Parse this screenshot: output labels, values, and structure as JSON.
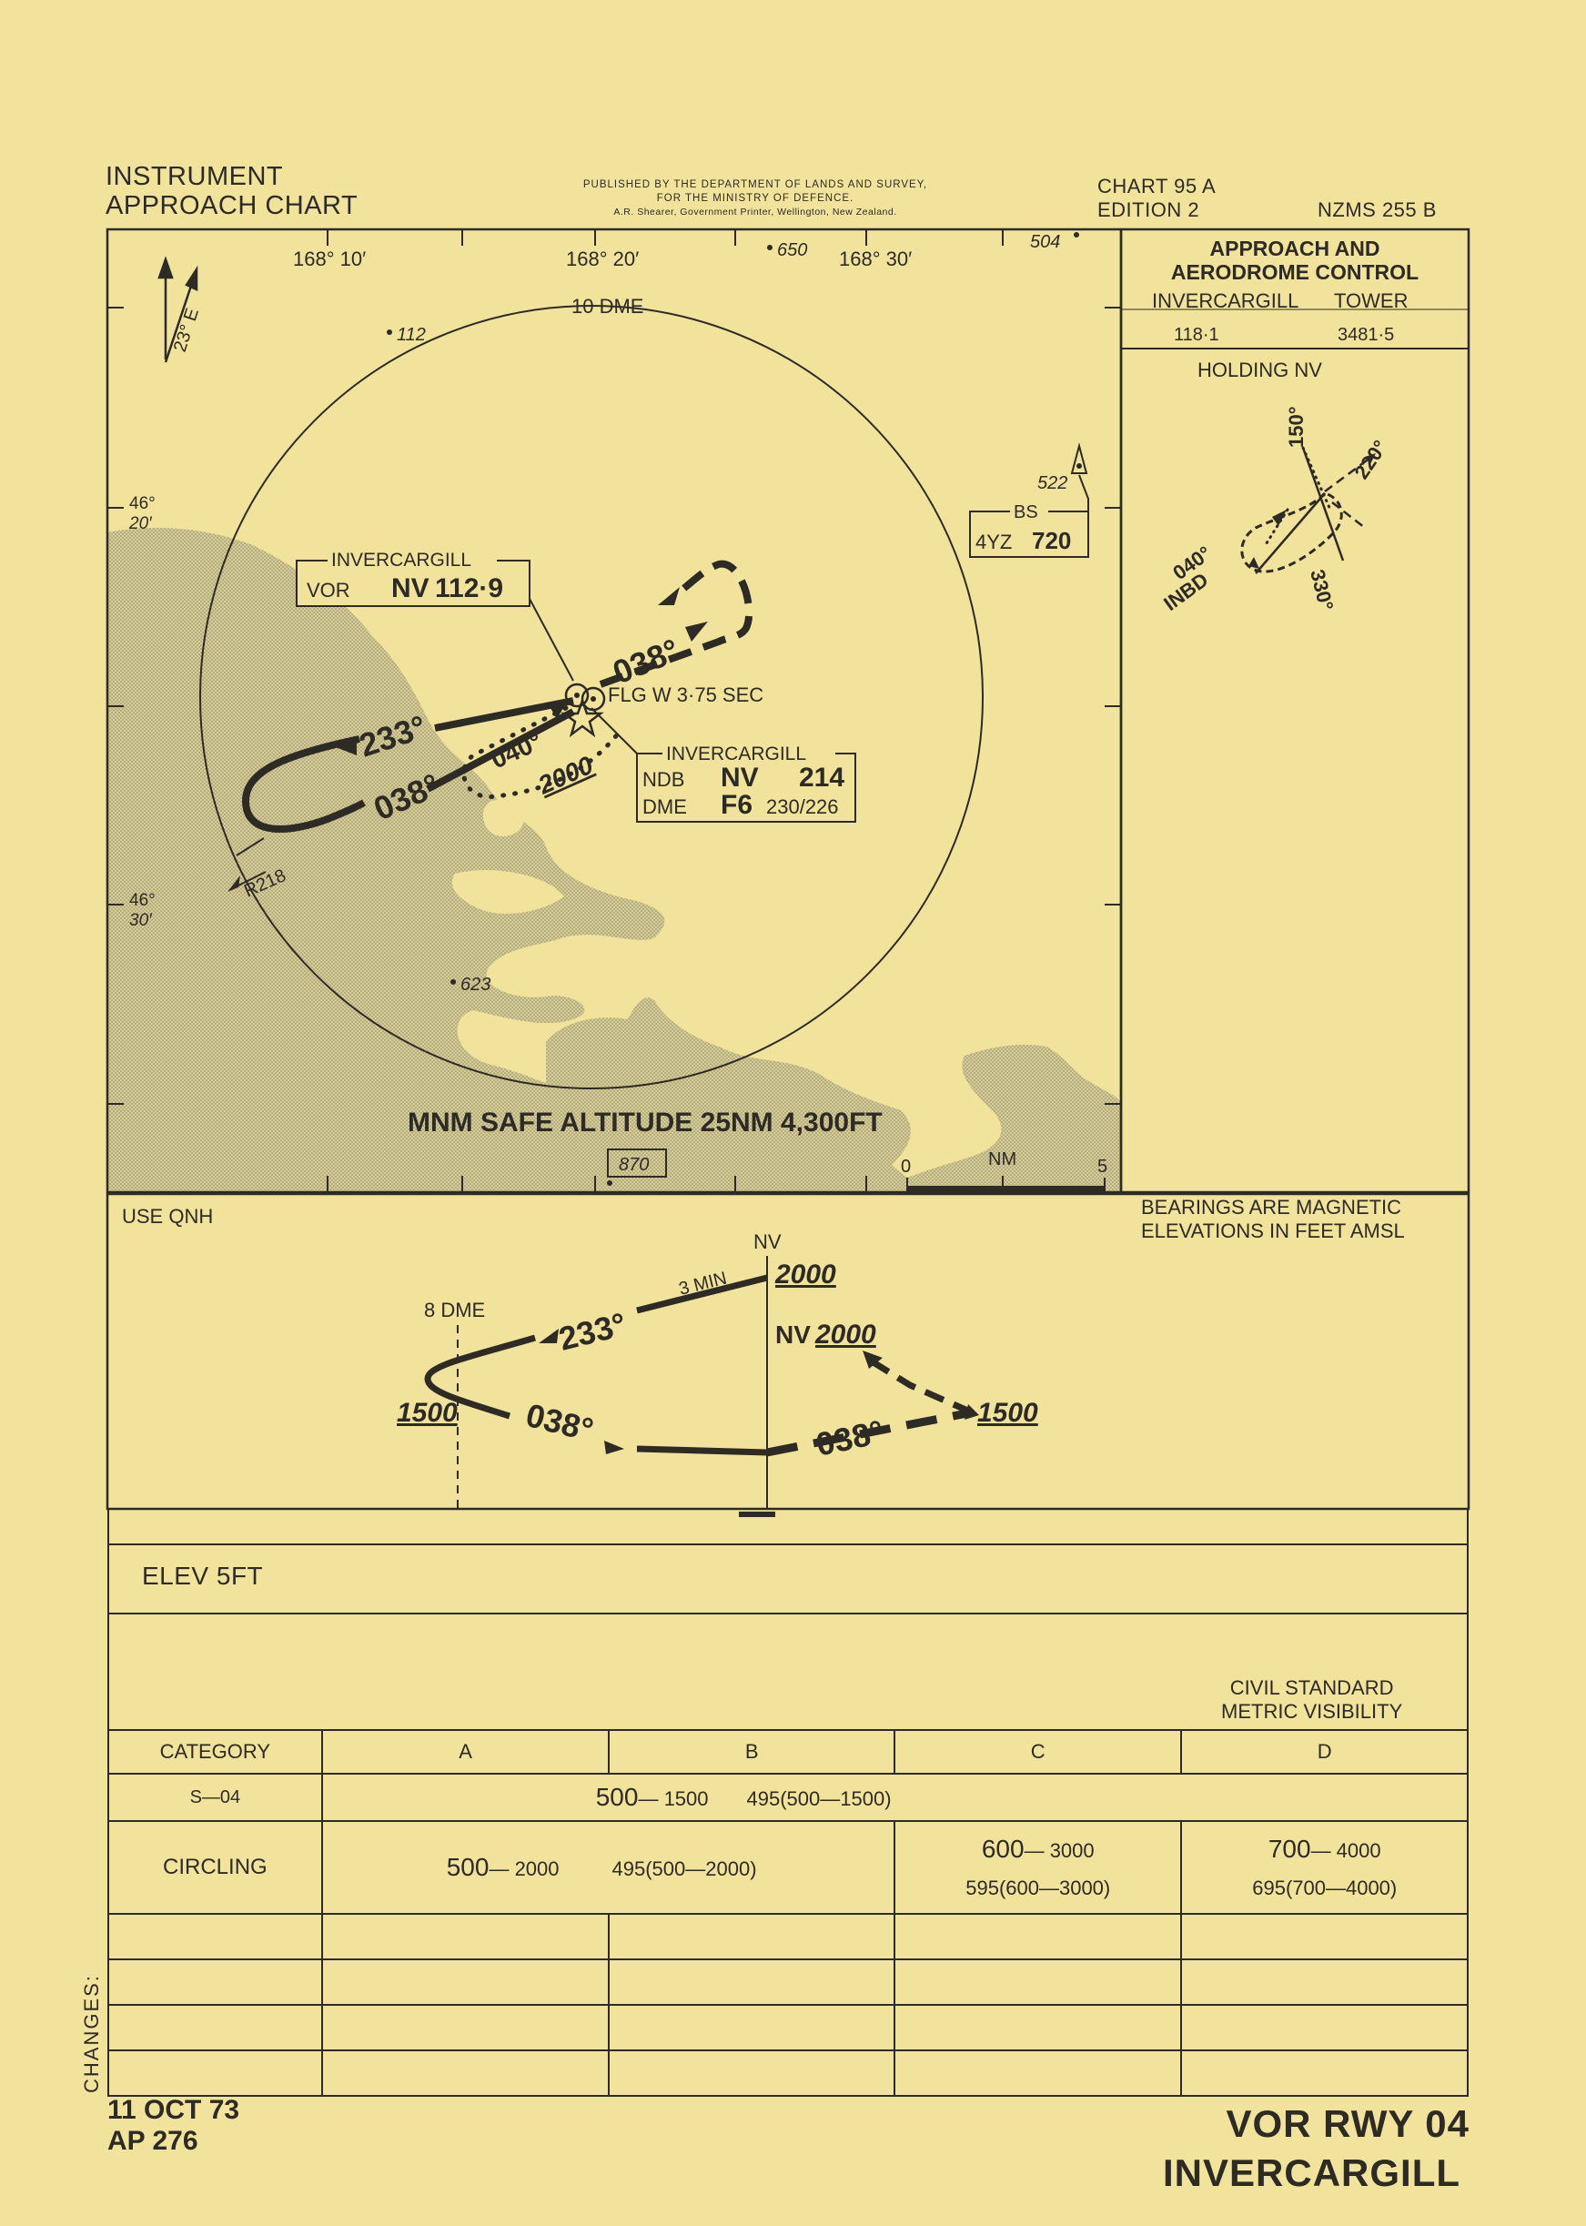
{
  "header": {
    "title_line1": "INSTRUMENT",
    "title_line2": "APPROACH CHART",
    "publisher_line1": "PUBLISHED BY THE DEPARTMENT OF LANDS AND SURVEY,",
    "publisher_line2": "FOR THE MINISTRY OF DEFENCE.",
    "publisher_line3": "A.R. Shearer, Government Printer, Wellington, New Zealand.",
    "chart_no": "CHART 95 A",
    "edition": "EDITION 2",
    "series": "NZMS 255 B"
  },
  "comms": {
    "heading1": "APPROACH AND",
    "heading2": "AERODROME CONTROL",
    "unit": "INVERCARGILL",
    "unit2": "TOWER",
    "freq1": "118·1",
    "freq2": "3481·5",
    "holding_title": "HOLDING NV",
    "hold_150": "150°",
    "hold_220": "220°",
    "hold_040": "040°",
    "hold_inbd": "INBD",
    "hold_330": "330°"
  },
  "plan": {
    "lon1": "168° 10′",
    "lon2": "168° 20′",
    "lon3": "168° 30′",
    "lat1a": "46°",
    "lat1b": "20′",
    "lat2a": "46°",
    "lat2b": "30′",
    "variation": "23° E",
    "dme_ring": "10 DME",
    "spot_112": "112",
    "spot_650": "650",
    "spot_504": "504",
    "spot_522": "522",
    "spot_623": "623",
    "spot_870": "870",
    "bs_label": "BS",
    "bs_ident": "4YZ",
    "bs_freq": "720",
    "vor_name": "INVERCARGILL",
    "vor_type": "VOR",
    "vor_ident": "NV",
    "vor_freq": "112·9",
    "ndb_name": "INVERCARGILL",
    "ndb_type": "NDB",
    "ndb_ident": "NV",
    "ndb_freq": "214",
    "dme_type": "DME",
    "dme_ident": "F6",
    "dme_freq": "230/226",
    "beacon": "FLG W 3·75 SEC",
    "crs_038_out": "038°",
    "crs_233": "233°",
    "crs_038_in": "038°",
    "crs_040": "040°",
    "alt_2000": "2000",
    "radial": "R218",
    "msa": "MNM SAFE ALTITUDE 25NM 4,300FT",
    "scale_0": "0",
    "scale_nm": "NM",
    "scale_5": "5"
  },
  "profile": {
    "use_qnh": "USE QNH",
    "note1": "BEARINGS ARE MAGNETIC",
    "note2": "ELEVATIONS IN FEET AMSL",
    "nv": "NV",
    "dme8": "8 DME",
    "min3": "3 MIN",
    "alt_2000_top": "2000",
    "alt_nv_label": "NV",
    "alt_nv_2000": "2000",
    "crs_233": "233°",
    "alt_1500_left": "1500",
    "crs_038_left": "038°",
    "crs_038_right": "038°",
    "alt_1500_right": "1500"
  },
  "minima": {
    "elev": "ELEV 5FT",
    "civil1": "CIVIL STANDARD",
    "civil2": "METRIC VISIBILITY",
    "col_category": "CATEGORY",
    "col_a": "A",
    "col_b": "B",
    "col_c": "C",
    "col_d": "D",
    "s04_label": "S—04",
    "s04_value": "500",
    "s04_vis": "— 1500",
    "s04_metric": "495(500—1500)",
    "circ_label": "CIRCLING",
    "circ_ab_value": "500",
    "circ_ab_vis": "— 2000",
    "circ_ab_metric": "495(500—2000)",
    "circ_c_value": "600",
    "circ_c_vis": "— 3000",
    "circ_c_metric": "595(600—3000)",
    "circ_d_value": "700",
    "circ_d_vis": "— 4000",
    "circ_d_metric": "695(700—4000)"
  },
  "footer": {
    "changes": "CHANGES:",
    "date": "11 OCT 73",
    "ap": "AP 276",
    "proc": "VOR  RWY 04",
    "place": "INVERCARGILL"
  }
}
